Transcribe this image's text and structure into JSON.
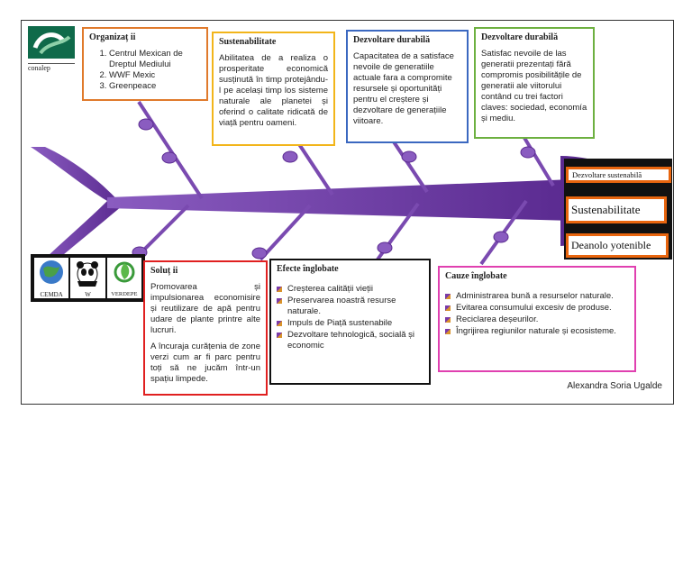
{
  "logos": {
    "conalep": "conalep",
    "cemda": "CEMDA",
    "wwf": "W",
    "verdepe": "VERDEPE"
  },
  "boxes": {
    "organizatii": {
      "title": "Organizaț ii",
      "items": [
        "Centrul Mexican de Dreptul Mediului",
        "WWF Mexic",
        "Greenpeace"
      ],
      "border": "#e07a2c"
    },
    "sustenabilitate": {
      "title": "Sustenabilitate",
      "text": "Abilitatea de a realiza o prosperitate economică susținută în timp protejându-l pe același timp los sisteme naturale ale planetei și oferind o calitate ridicată de viață pentru oameni.",
      "border": "#f2b51a"
    },
    "dezvoltare1": {
      "title": "Dezvoltare durabilă",
      "text": "Capacitatea de a satisface nevoile de generatiile actuale fara a compromite resursele și oportunități pentru el creștere și dezvoltare de generațiile viitoare.",
      "border": "#3b68c0"
    },
    "dezvoltare2": {
      "title": "Dezvoltare durabilă",
      "text": "Satisfac nevoile de las generatii prezentați fără compromis posibilitățile de generatii ale viitorului contând cu trei factori claves: sociedad, economía și mediu.",
      "border": "#6db040"
    },
    "solutii": {
      "title": "Soluț ii",
      "paragraphs": [
        "Promovarea și impulsionarea economisire și reutilizare de apă pentru udare de plante printre alte lucruri.",
        "A încuraja curățenia de zone verzi cum ar fi parc pentru toți să ne jucăm într-un spațiu limpede."
      ],
      "border": "#e02020"
    },
    "efecte": {
      "title": "Efecte înglobate",
      "items": [
        "Creșterea calității vieții",
        "Preservarea noastră resurse naturale.",
        "Impuls de Piață sustenabile",
        "Dezvoltare tehnologică, socială și economic"
      ],
      "border": "#111111"
    },
    "cauze": {
      "title": "Cauze înglobate",
      "items": [
        "Administrarea bună a resurselor naturale.",
        "Evitarea consumului excesiv de produse.",
        "Reciclarea deșeurilor.",
        "Îngrijirea regiunilor naturale și ecosisteme."
      ],
      "border": "#e040b0"
    }
  },
  "head_labels": [
    "Dezvoltare sustenabilă",
    "Sustenabilitate",
    "Deanolo yotenible"
  ],
  "author": "Alexandra Soria Ugalde",
  "colors": {
    "spine": "#6a3aa0",
    "head_orange": "#e8650e",
    "head_black": "#111111"
  }
}
